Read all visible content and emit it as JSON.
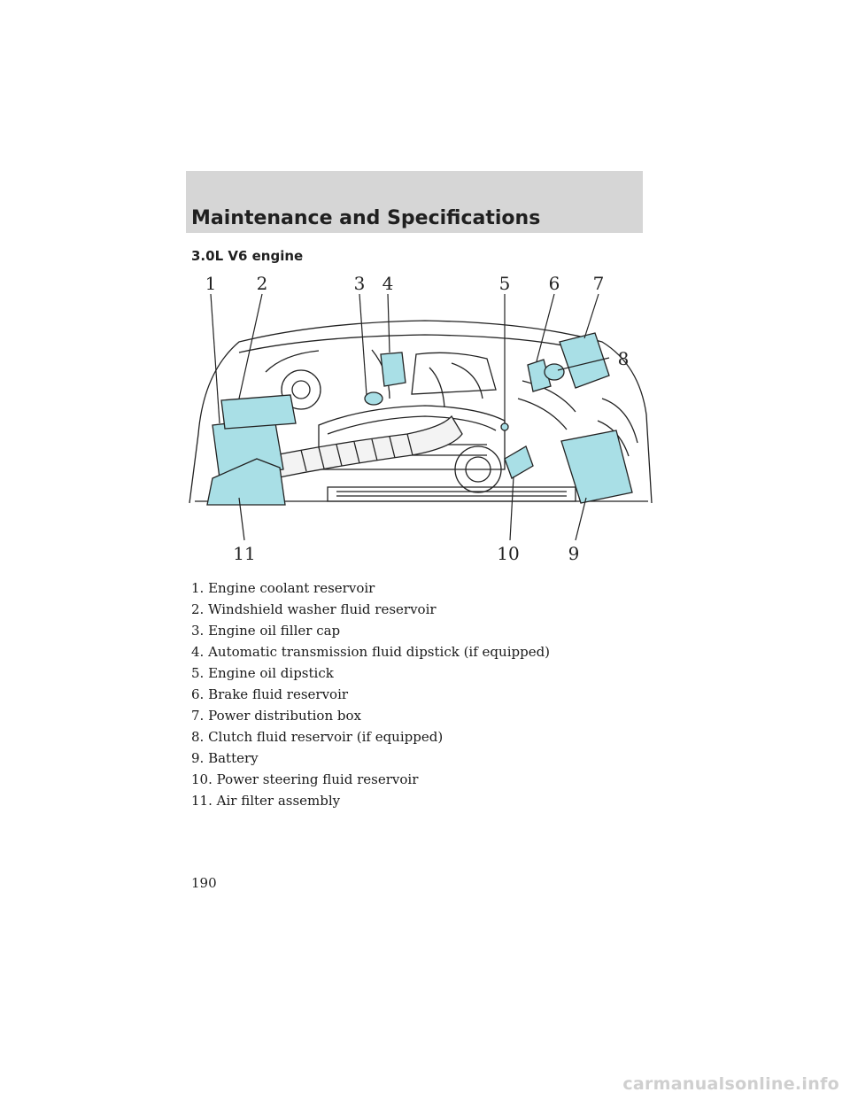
{
  "header": {
    "title": "Maintenance and Specifications"
  },
  "section": {
    "title": "3.0L V6 engine"
  },
  "figure": {
    "highlight_color": "#a9dfe6",
    "callouts": [
      "1",
      "2",
      "3",
      "4",
      "5",
      "6",
      "7",
      "8",
      "9",
      "10",
      "11"
    ]
  },
  "legend": [
    "1. Engine coolant reservoir",
    "2. Windshield washer fluid reservoir",
    "3. Engine oil filler cap",
    "4. Automatic transmission fluid dipstick (if equipped)",
    "5. Engine oil dipstick",
    "6. Brake fluid reservoir",
    "7. Power distribution box",
    "8. Clutch fluid reservoir (if equipped)",
    "9. Battery",
    "10. Power steering fluid reservoir",
    "11. Air filter assembly"
  ],
  "page": {
    "number": "190"
  },
  "footer": {
    "watermark": "carmanualsonline.info"
  }
}
